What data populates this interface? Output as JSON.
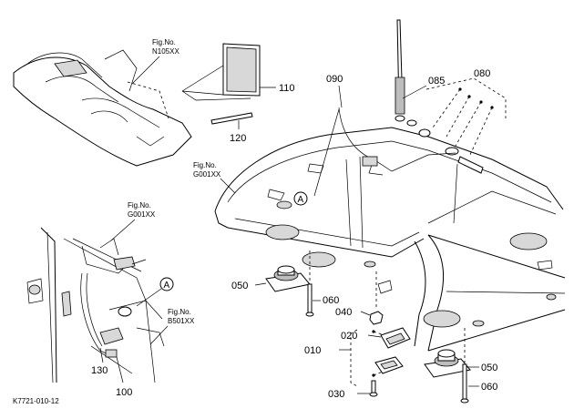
{
  "fig_refs": {
    "n105": {
      "line1": "Fig.No.",
      "line2": "N105XX"
    },
    "g001_main": {
      "line1": "Fig.No.",
      "line2": "G001XX"
    },
    "g001_inset": {
      "line1": "Fig.No.",
      "line2": "G001XX"
    },
    "b501": {
      "line1": "Fig.No.",
      "line2": "B501XX"
    }
  },
  "part_labels": {
    "p110": "110",
    "p120": "120",
    "p090": "090",
    "p085": "085",
    "p080": "080",
    "p050_left": "050",
    "p060_left": "060",
    "p040": "040",
    "p020": "020",
    "p010": "010",
    "p030": "030",
    "p050_right": "050",
    "p060_right": "060",
    "p130": "130",
    "p100": "100"
  },
  "callouts": {
    "a_main": "A",
    "a_inset": "A"
  },
  "drawing_code": "K7721-010-12"
}
